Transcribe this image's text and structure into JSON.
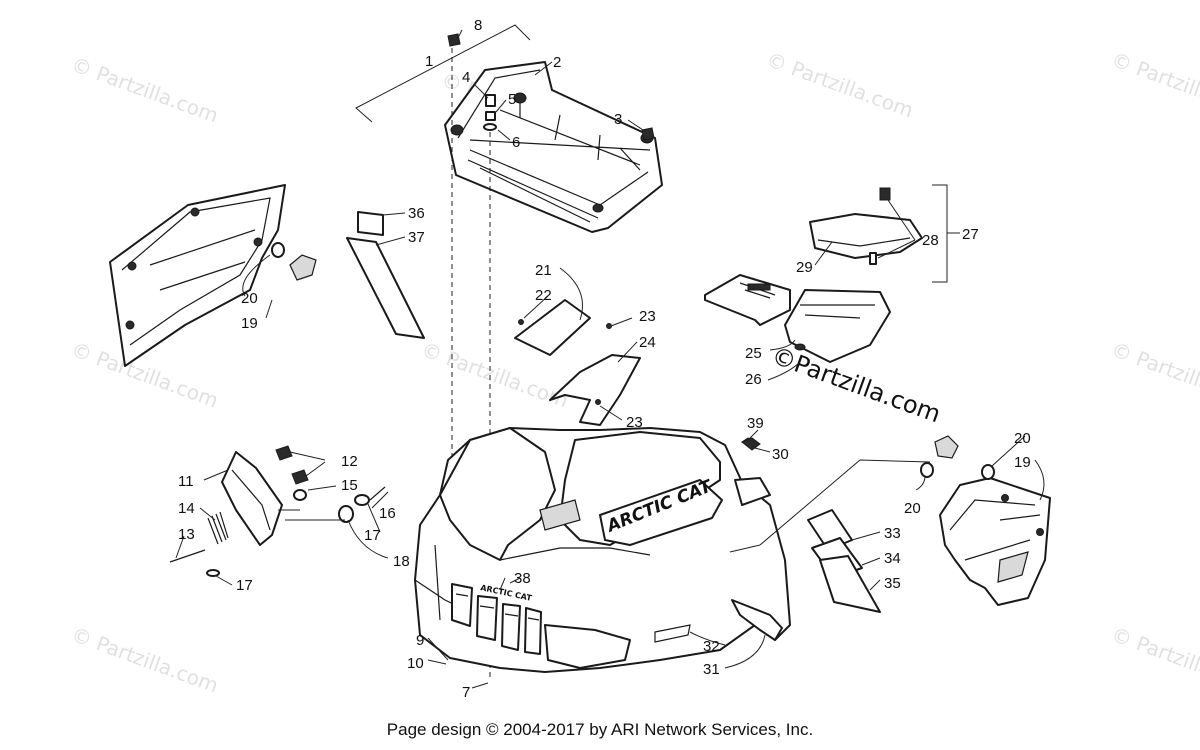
{
  "callouts": {
    "c1": "1",
    "c2": "2",
    "c3": "3",
    "c4": "4",
    "c5": "5",
    "c6": "6",
    "c7": "7",
    "c8": "8",
    "c9": "9",
    "c10": "10",
    "c11": "11",
    "c12": "12",
    "c13": "13",
    "c14": "14",
    "c15": "15",
    "c16": "16",
    "c17a": "17",
    "c17b": "17",
    "c18": "18",
    "c19a": "19",
    "c19b": "19",
    "c20a": "20",
    "c20b": "20",
    "c20c": "20",
    "c21": "21",
    "c22": "22",
    "c23a": "23",
    "c23b": "23",
    "c24": "24",
    "c25": "25",
    "c26": "26",
    "c27": "27",
    "c28": "28",
    "c29": "29",
    "c30": "30",
    "c31": "31",
    "c32": "32",
    "c33": "33",
    "c34": "34",
    "c35": "35",
    "c36": "36",
    "c37": "37",
    "c38": "38",
    "c39": "39"
  },
  "watermark": {
    "text": "© Partzilla.com",
    "overlay": "©Partzilla.com"
  },
  "hood_logo": "ARCTIC CAT",
  "grille_logo": "ARCTIC CAT",
  "footer": "Page design © 2004-2017 by ARI Network Services, Inc."
}
